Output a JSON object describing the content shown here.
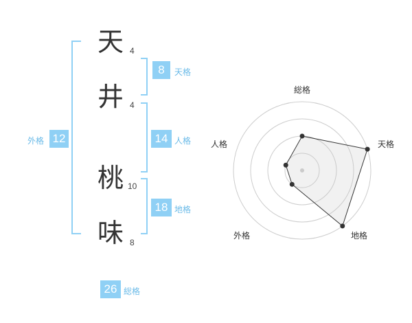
{
  "name": {
    "chars": [
      {
        "char": "天",
        "strokes": "4"
      },
      {
        "char": "井",
        "strokes": "4"
      },
      {
        "char": "桃",
        "strokes": "10"
      },
      {
        "char": "味",
        "strokes": "8"
      }
    ]
  },
  "fortune": {
    "tenkaku": {
      "value": "8",
      "label": "天格"
    },
    "jinkaku": {
      "value": "14",
      "label": "人格"
    },
    "chikaku": {
      "value": "18",
      "label": "地格"
    },
    "gaikaku": {
      "value": "12",
      "label": "外格"
    },
    "soukaku": {
      "value": "26",
      "label": "総格"
    }
  },
  "colors": {
    "accent": "#8fd0f5",
    "bracket": "#8fd0f5",
    "text": "#333333"
  },
  "chart_data": {
    "type": "radar",
    "axes": [
      "総格",
      "天格",
      "地格",
      "外格",
      "人格"
    ],
    "values": [
      2,
      4,
      4,
      1,
      1
    ],
    "max": 4,
    "rings": 4
  }
}
